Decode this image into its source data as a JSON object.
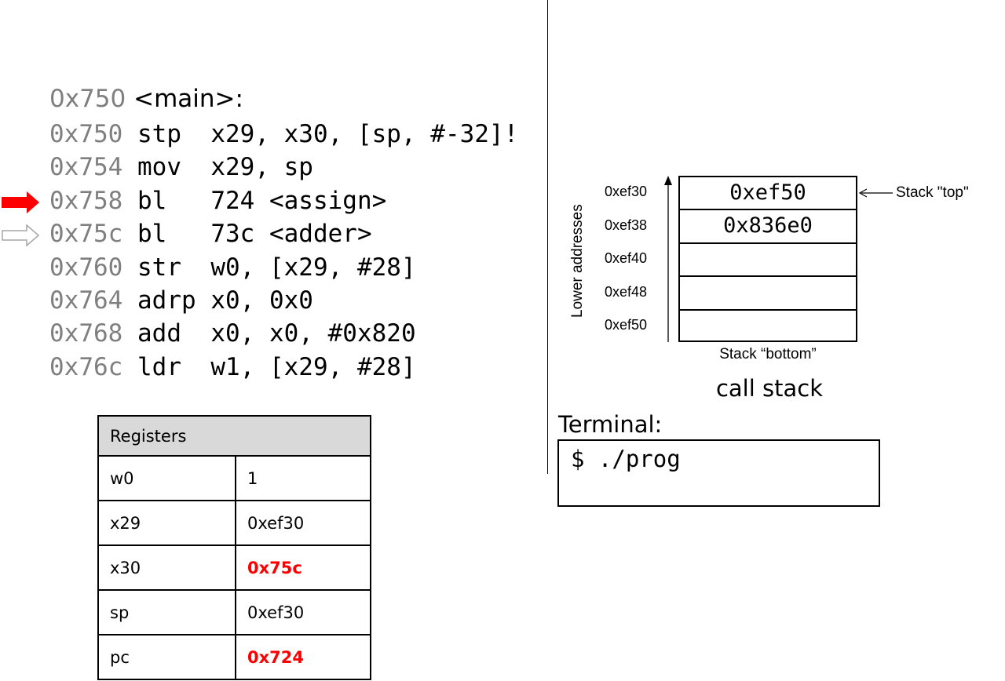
{
  "code": {
    "function_address": "0x750",
    "function_label": "<main>:",
    "lines": [
      {
        "addr": "0x750",
        "mnemonic": "stp ",
        "operands": "x29, x30, [sp, #-32]!"
      },
      {
        "addr": "0x754",
        "mnemonic": "mov ",
        "operands": "x29, sp"
      },
      {
        "addr": "0x758",
        "mnemonic": "bl  ",
        "operands": "724 <assign>"
      },
      {
        "addr": "0x75c",
        "mnemonic": "bl  ",
        "operands": "73c <adder>"
      },
      {
        "addr": "0x760",
        "mnemonic": "str ",
        "operands": "w0, [x29, #28]"
      },
      {
        "addr": "0x764",
        "mnemonic": "adrp",
        "operands": "x0, 0x0"
      },
      {
        "addr": "0x768",
        "mnemonic": "add ",
        "operands": "x0, x0, #0x820"
      },
      {
        "addr": "0x76c",
        "mnemonic": "ldr ",
        "operands": "w1, [x29, #28]"
      }
    ],
    "current_arrow_color": "#ff0000",
    "next_arrow_color": "#a6a6a6"
  },
  "registers": {
    "header": "Registers",
    "rows": [
      {
        "name": "w0",
        "value": "1"
      },
      {
        "name": "x29",
        "value": "0xef30"
      },
      {
        "name": "x30",
        "value": "0x75c"
      },
      {
        "name": "sp",
        "value": "0xef30"
      },
      {
        "name": "pc",
        "value": "0x724"
      }
    ],
    "highlight_color": "#ff0000"
  },
  "stack": {
    "addresses": [
      "0xef30",
      "0xef38",
      "0xef40",
      "0xef48",
      "0xef50"
    ],
    "values": [
      "0xef50",
      "0x836e0",
      "",
      "",
      ""
    ],
    "axis_label": "Lower addresses",
    "top_label": "Stack \"top\"",
    "bottom_label": "Stack “bottom”",
    "caption": "call stack"
  },
  "terminal": {
    "label": "Terminal:",
    "content": "$ ./prog"
  }
}
